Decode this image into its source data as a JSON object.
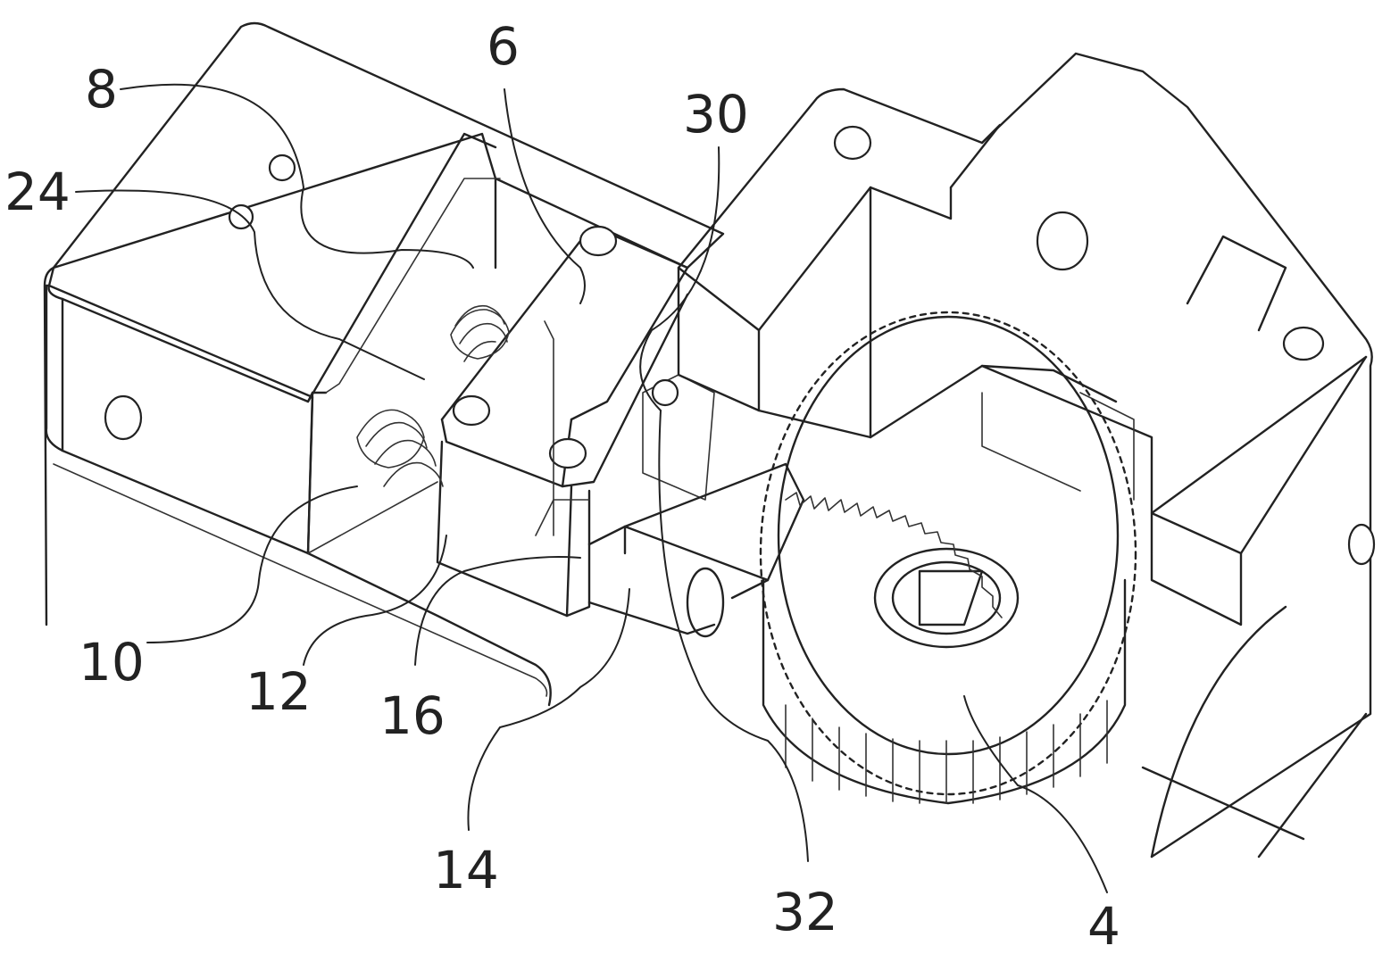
{
  "labels": {
    "ref_8": "8",
    "ref_24": "24",
    "ref_6": "6",
    "ref_30": "30",
    "ref_10": "10",
    "ref_12": "12",
    "ref_16": "16",
    "ref_14": "14",
    "ref_32": "32",
    "ref_4": "4"
  },
  "colors": {
    "line": "#222222",
    "background": "#ffffff"
  }
}
